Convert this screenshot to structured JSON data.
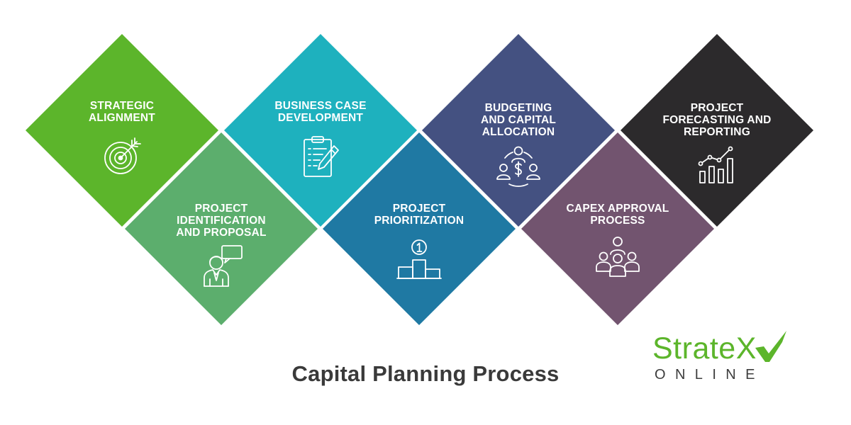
{
  "title": "Capital Planning Process",
  "logo": {
    "wordmark": "StrateX",
    "sub": "ONLINE"
  },
  "steps": [
    {
      "label": "STRATEGIC\nALIGNMENT",
      "color": "#5cb52b",
      "icon": "target-icon"
    },
    {
      "label": "PROJECT\nIDENTIFICATION\nAND PROPOSAL",
      "color": "#5cae6d",
      "icon": "person-speech-icon"
    },
    {
      "label": "BUSINESS CASE\nDEVELOPMENT",
      "color": "#1eb1be",
      "icon": "clipboard-pen-icon"
    },
    {
      "label": "PROJECT\nPRIORITIZATION",
      "color": "#1f79a3",
      "icon": "podium-first-place-icon"
    },
    {
      "label": "BUDGETING\nAND CAPITAL\nALLOCATION",
      "color": "#445181",
      "icon": "people-dollar-icon"
    },
    {
      "label": "CAPEX APPROVAL\nPROCESS",
      "color": "#72546f",
      "icon": "team-icon"
    },
    {
      "label": "PROJECT\nFORECASTING AND\nREPORTING",
      "color": "#2c2a2c",
      "icon": "growth-chart-icon"
    }
  ]
}
